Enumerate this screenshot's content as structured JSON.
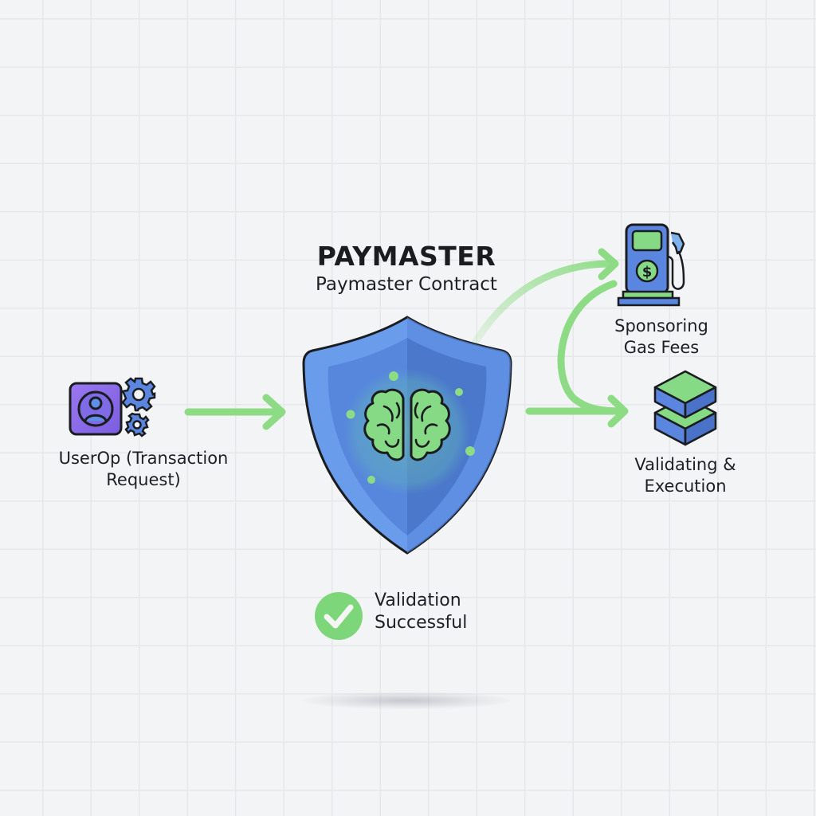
{
  "diagram": {
    "title": "PAYMASTER",
    "subtitle": "Paymaster Contract",
    "nodes": {
      "userop": {
        "label_line1": "UserOp (Transaction",
        "label_line2": "Request)",
        "icon": "user-gear-icon"
      },
      "paymaster": {
        "icon": "shield-brain-icon"
      },
      "gas": {
        "label_line1": "Sponsoring",
        "label_line2": "Gas Fees",
        "icon": "gas-pump-dollar-icon"
      },
      "execution": {
        "label_line1": "Validating &",
        "label_line2": "Execution",
        "icon": "stacked-blocks-icon"
      }
    },
    "status": {
      "label_line1": "Validation",
      "label_line2": "Successful",
      "icon": "check-circle-icon"
    },
    "edges": [
      {
        "from": "userop",
        "to": "paymaster",
        "style": "straight"
      },
      {
        "from": "paymaster",
        "to": "gas",
        "style": "curved-faded"
      },
      {
        "from": "paymaster",
        "to": "execution",
        "style": "straight"
      },
      {
        "from": "gas",
        "to": "execution",
        "style": "curved"
      }
    ],
    "colors": {
      "background": "#f3f4f5",
      "grid": "#e6e7ea",
      "arrow_green": "#8ddc85",
      "shield_blue": "#5b8fe0",
      "shield_dark": "#4a78cc",
      "brain_green": "#86da86",
      "user_purple": "#8a6ae8",
      "check_green": "#7ed67a"
    }
  }
}
